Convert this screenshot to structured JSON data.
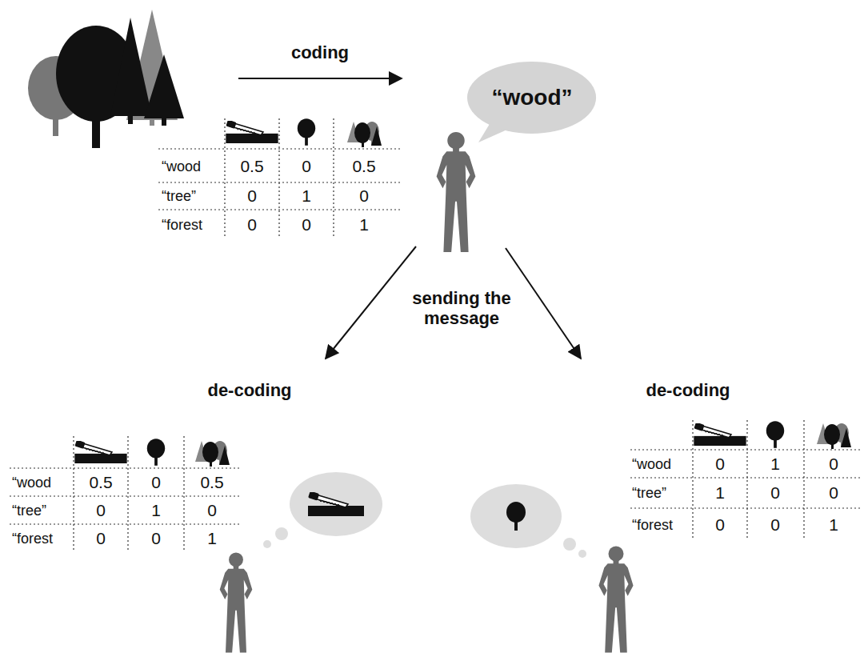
{
  "diagram": {
    "nodes": [
      {
        "text": [
          "“wood”"
        ]
      }
    ],
    "labels": [
      "coding",
      "“wood",
      "0.5",
      "0",
      "0.5",
      "“tree”",
      "0",
      "1",
      "0",
      "“forest",
      "0",
      "0",
      "1",
      "sending the message",
      "de-coding",
      "de-coding",
      "“wood",
      "0.5",
      "0",
      "0.5",
      "“tree”",
      "0",
      "1",
      "0",
      "“forest",
      "0",
      "0",
      "1",
      "“wood",
      "0",
      "1",
      "0",
      "“tree”",
      "1",
      "0",
      "0",
      "“forest",
      "0",
      "0",
      "1"
    ]
  }
}
